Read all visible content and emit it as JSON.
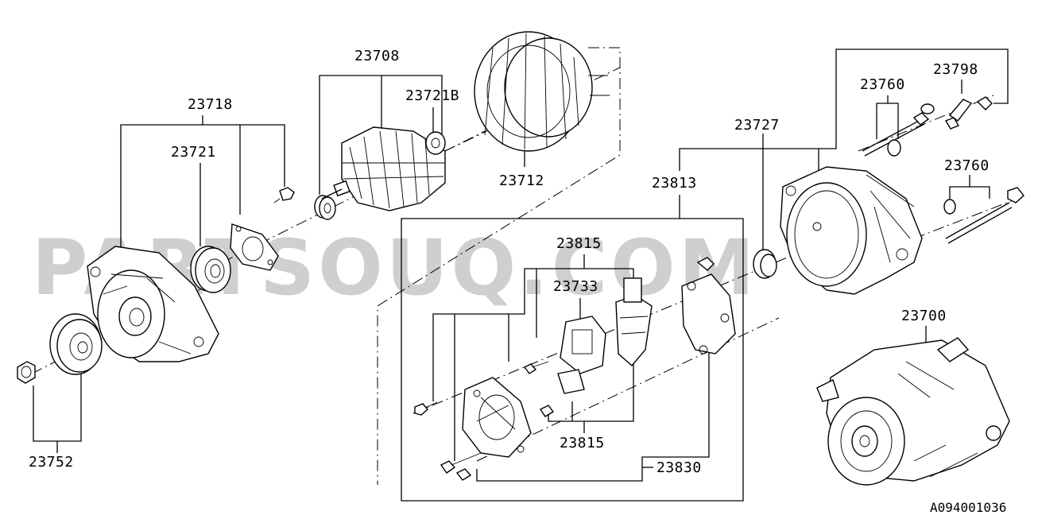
{
  "watermark": "PARTSOUQ.COM",
  "diagram_code": "A094001036",
  "labels": {
    "p23708": "23708",
    "p23721b": "23721B",
    "p23718": "23718",
    "p23721": "23721",
    "p23712": "23712",
    "p23813": "23813",
    "p23727": "23727",
    "p23760a": "23760",
    "p23798": "23798",
    "p23760b": "23760",
    "p23815a": "23815",
    "p23733": "23733",
    "p23815b": "23815",
    "p23830": "23830",
    "p23700": "23700",
    "p23752": "23752"
  }
}
